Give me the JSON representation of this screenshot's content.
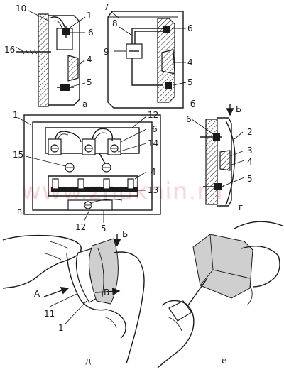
{
  "watermark": "www.zhukhin.ru",
  "subfigures": {
    "a": "а",
    "b": "б",
    "v": "в",
    "g": "г",
    "d": "д",
    "e": "е"
  },
  "callouts": {
    "n10": "10",
    "n1_a": "1",
    "n6_a": "6",
    "n16": "16",
    "n4_a": "4",
    "n5_a": "5",
    "n7": "7",
    "n8": "8",
    "n9": "9",
    "n6_b": "6",
    "n4_b": "4",
    "n5_b": "5",
    "n1_v": "1",
    "n12_top": "12",
    "n6_v": "6",
    "n14": "14",
    "n15": "15",
    "n4_v": "4",
    "n13": "13",
    "n12_bot": "12",
    "n5_v": "5",
    "arrowB_g": "Б",
    "n6_g": "6",
    "n2_g": "2",
    "n3_g": "3",
    "n4_g": "4",
    "n5_g": "5",
    "arrowB_d": "Б",
    "arrowA_d": "А",
    "arrowV_d": "В",
    "n11": "11",
    "n1_d": "1"
  }
}
